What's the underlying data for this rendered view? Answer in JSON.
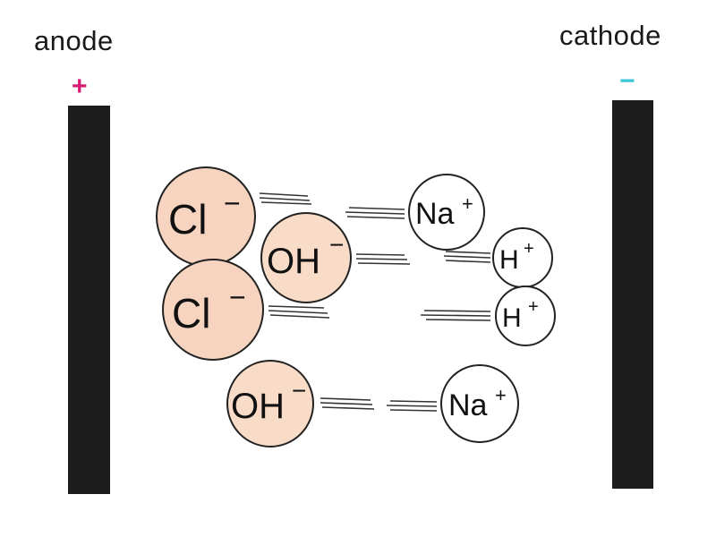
{
  "labels": {
    "anode": "anode",
    "cathode": "cathode",
    "anode_sign": "+",
    "cathode_sign": "−"
  },
  "colors": {
    "electrode": "#1c1c1c",
    "anion_fill": "#f6d4c0",
    "anion_fill_light": "#f8dcc8",
    "cation_fill": "#ffffff",
    "ion_stroke": "#222222",
    "plus_sign": "#d81b72",
    "minus_sign": "#3fc7d8",
    "arrow": "#333333"
  },
  "ions": [
    {
      "base": "Cl",
      "charge": "−",
      "kind": "anion"
    },
    {
      "base": "OH",
      "charge": "−",
      "kind": "anion"
    },
    {
      "base": "Cl",
      "charge": "−",
      "kind": "anion"
    },
    {
      "base": "OH",
      "charge": "−",
      "kind": "anion"
    },
    {
      "base": "Na",
      "charge": "+",
      "kind": "cation"
    },
    {
      "base": "H",
      "charge": "+",
      "kind": "cation"
    },
    {
      "base": "H",
      "charge": "+",
      "kind": "cation"
    },
    {
      "base": "Na",
      "charge": "+",
      "kind": "cation"
    }
  ]
}
